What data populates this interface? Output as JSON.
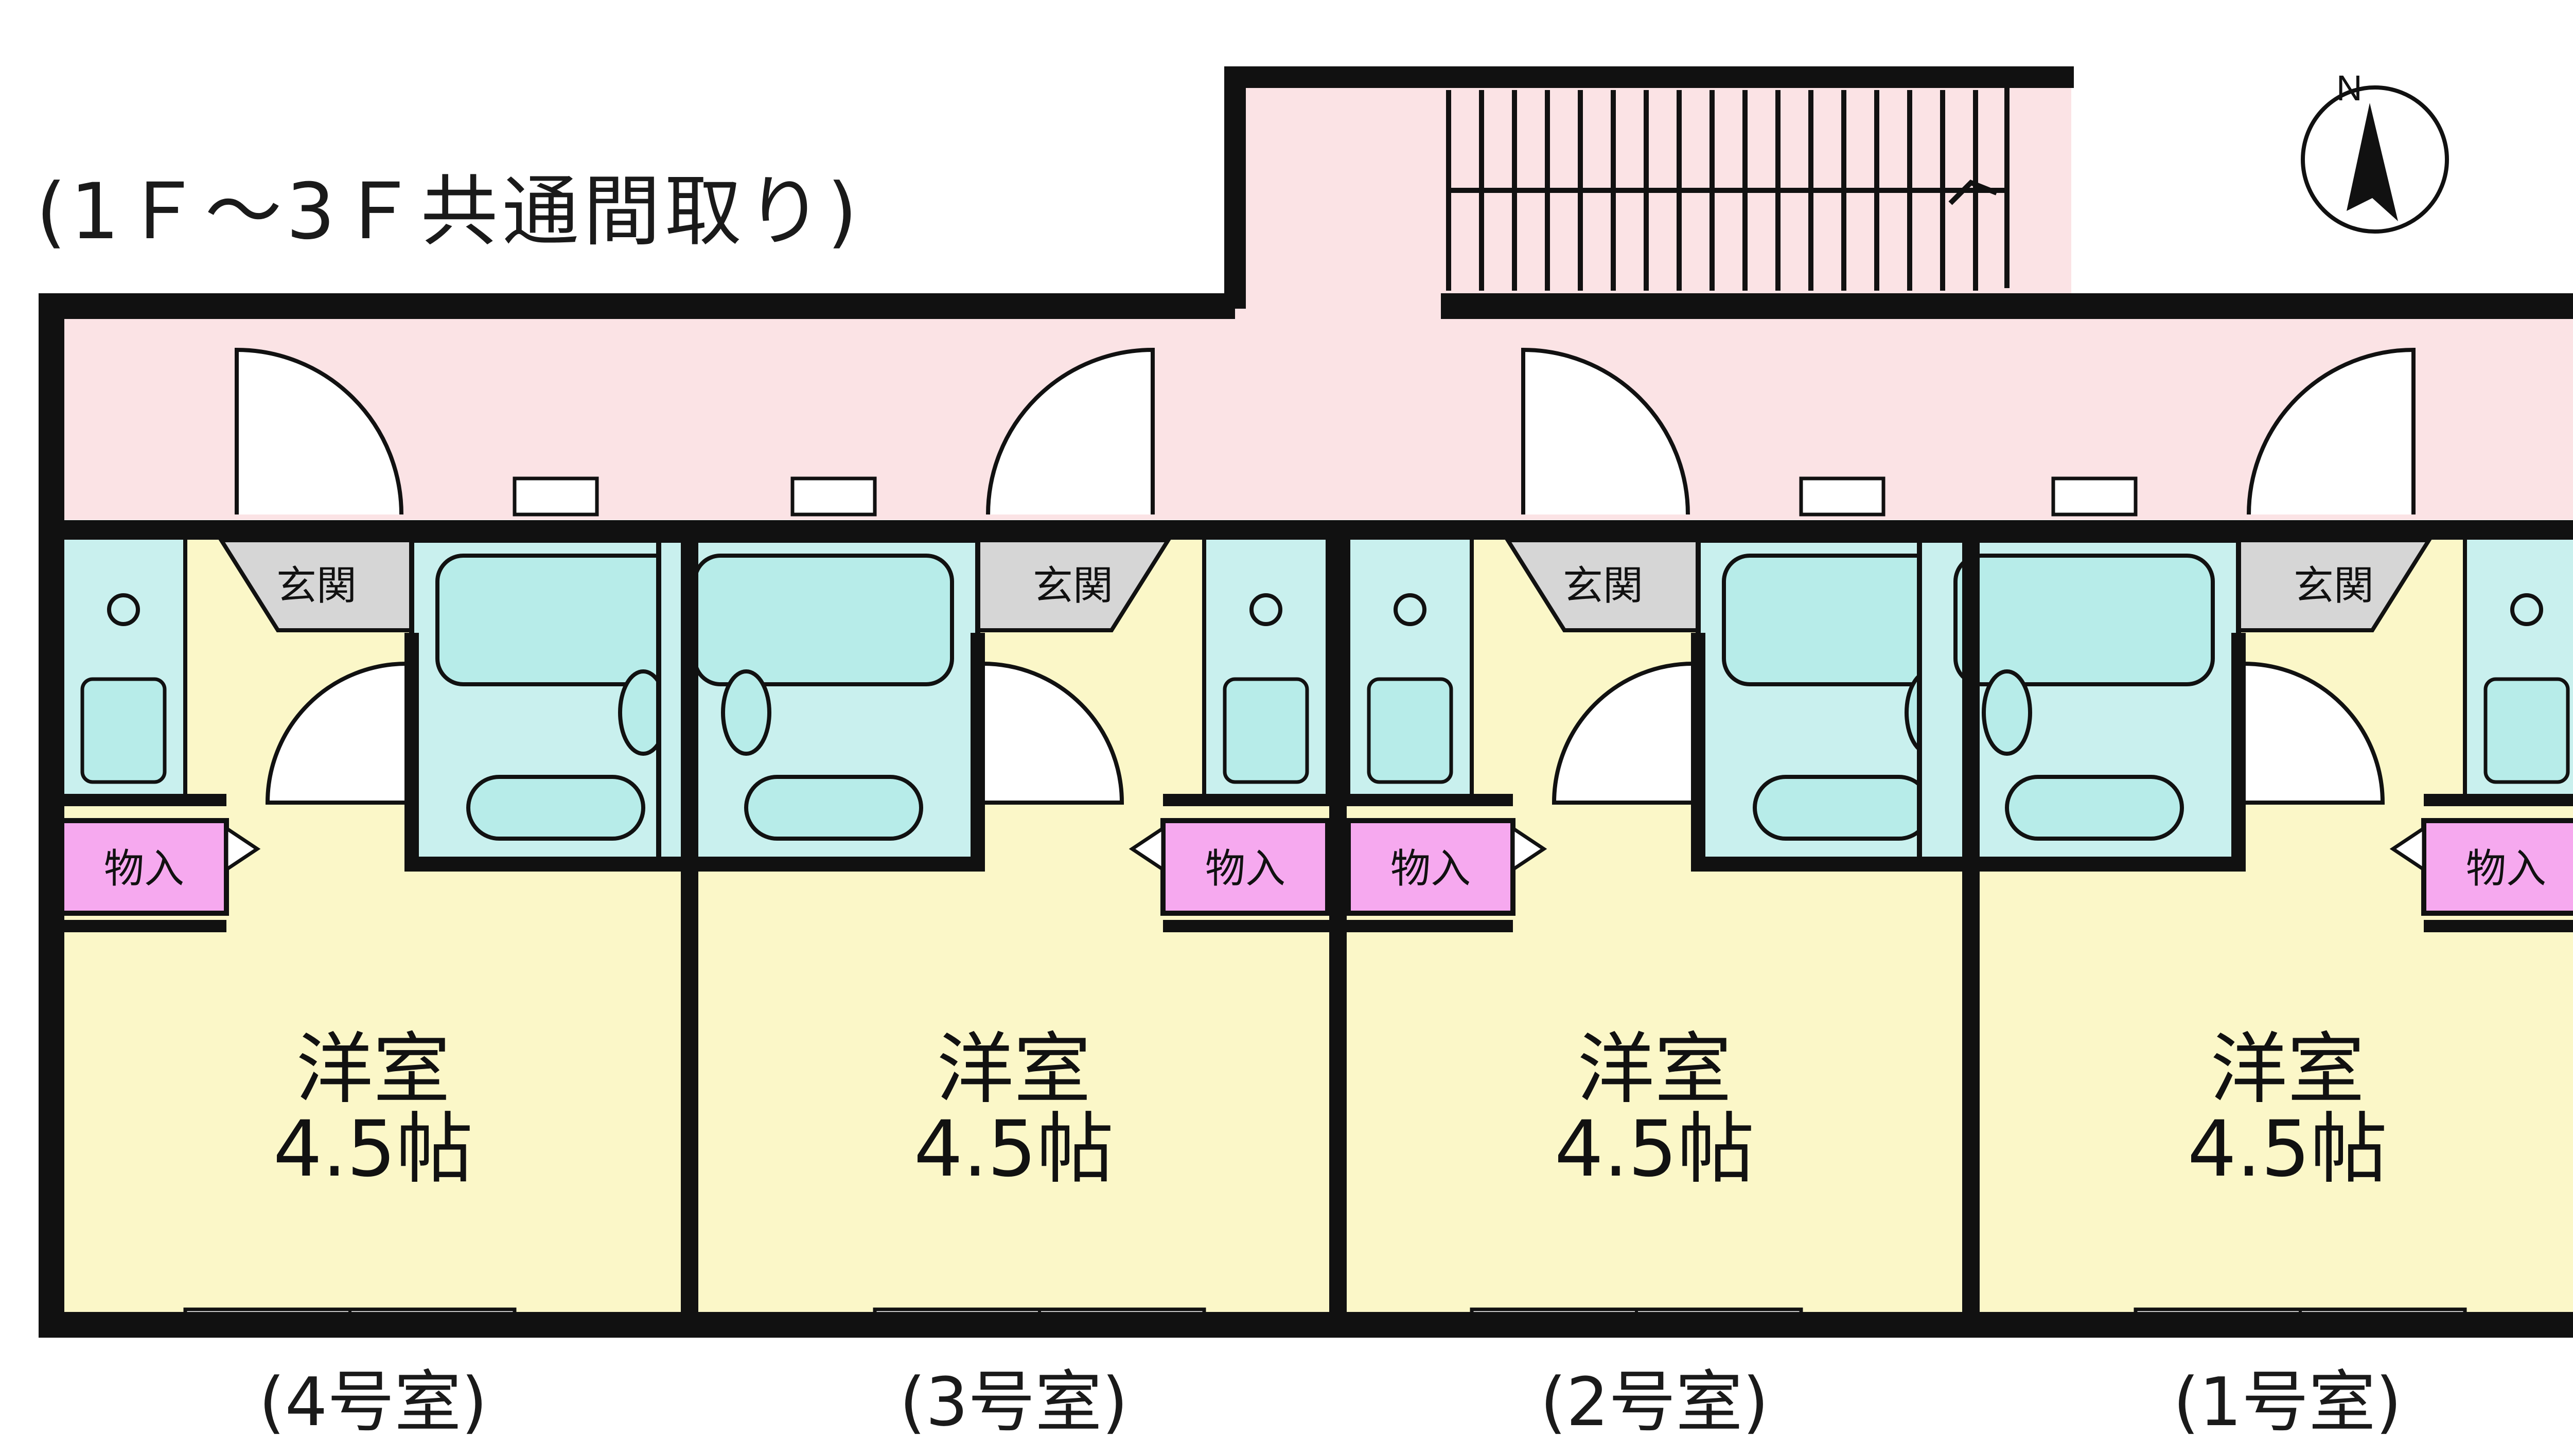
{
  "title": "(1Ｆ～3Ｆ共通間取り)",
  "north_label": "N",
  "labels": {
    "entrance": "玄関",
    "closet": "物入",
    "room_name": "洋室",
    "room_size": "4.5帖"
  },
  "units": [
    {
      "label": "(4号室)"
    },
    {
      "label": "(3号室)"
    },
    {
      "label": "(2号室)"
    },
    {
      "label": "(1号室)"
    }
  ],
  "colors": {
    "corridor": "#fbe3e5",
    "room": "#fbf7c8",
    "wet_area": "#c9f0ee",
    "fixture": "#b7ece9",
    "closet": "#f6a9ef",
    "entrance": "#d6d6d6",
    "wall": "#111111"
  }
}
